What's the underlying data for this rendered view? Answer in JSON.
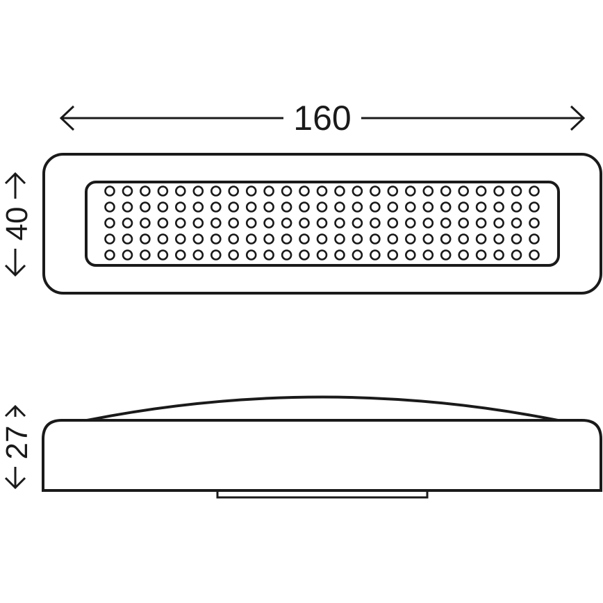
{
  "dimensions": {
    "width": "160",
    "depth": "40",
    "height": "27"
  },
  "led_grid": {
    "rows": 5,
    "columns": 25
  },
  "colors": {
    "line": "#1a1a1a",
    "background": "#ffffff"
  }
}
